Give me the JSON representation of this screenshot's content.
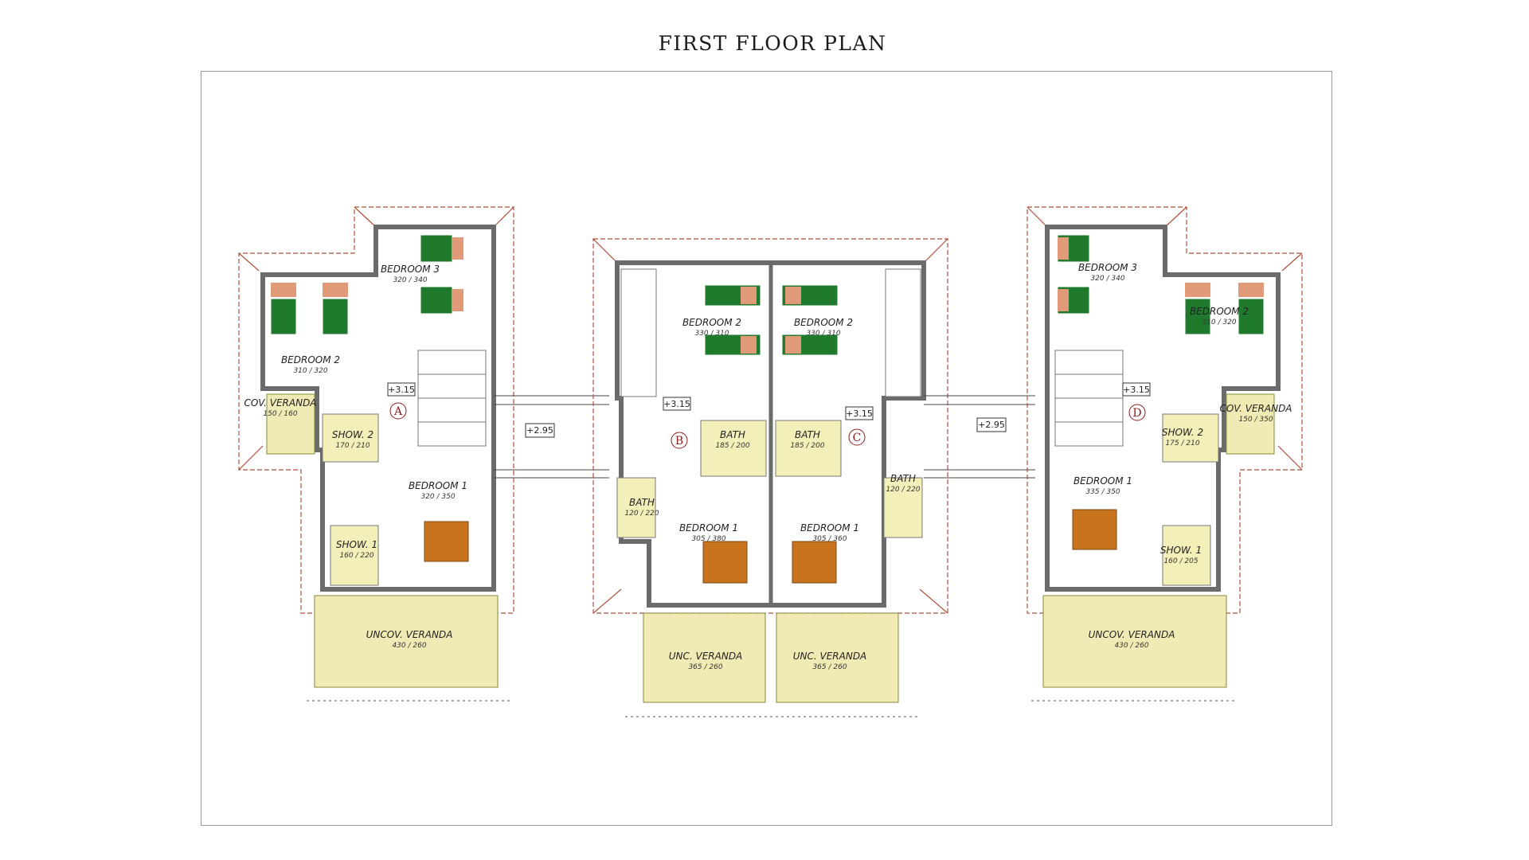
{
  "title": "FIRST FLOOR PLAN",
  "units": [
    {
      "id": "A",
      "rooms": [
        {
          "name": "BEDROOM 3",
          "dim": "320 / 340"
        },
        {
          "name": "BEDROOM 2",
          "dim": "310 / 320"
        },
        {
          "name": "COV. VERANDA",
          "dim": "150 / 160"
        },
        {
          "name": "SHOW. 2",
          "dim": "170 / 210"
        },
        {
          "name": "BEDROOM 1",
          "dim": "320 / 350"
        },
        {
          "name": "SHOW. 1",
          "dim": "160 / 220"
        },
        {
          "name": "UNCOV. VERANDA",
          "dim": "430 / 260"
        }
      ],
      "level": "+3.15"
    },
    {
      "id": "B",
      "rooms": [
        {
          "name": "BEDROOM 2",
          "dim": "330 / 310"
        },
        {
          "name": "BATH",
          "dim": "185 / 200"
        },
        {
          "name": "BATH",
          "dim": "120 / 220"
        },
        {
          "name": "BEDROOM 1",
          "dim": "305 / 380"
        },
        {
          "name": "UNC. VERANDA",
          "dim": "365 / 260"
        }
      ],
      "level": "+3.15"
    },
    {
      "id": "C",
      "rooms": [
        {
          "name": "BEDROOM 2",
          "dim": "330 / 310"
        },
        {
          "name": "BATH",
          "dim": "185 / 200"
        },
        {
          "name": "BATH",
          "dim": "120 / 220"
        },
        {
          "name": "BEDROOM 1",
          "dim": "305 / 360"
        },
        {
          "name": "UNC. VERANDA",
          "dim": "365 / 260"
        }
      ],
      "level": "+3.15"
    },
    {
      "id": "D",
      "rooms": [
        {
          "name": "BEDROOM 3",
          "dim": "320 / 340"
        },
        {
          "name": "BEDROOM 2",
          "dim": "310 / 320"
        },
        {
          "name": "COV. VERANDA",
          "dim": "150 / 350"
        },
        {
          "name": "SHOW. 2",
          "dim": "175 / 210"
        },
        {
          "name": "BEDROOM 1",
          "dim": "335 / 350"
        },
        {
          "name": "SHOW. 1",
          "dim": "160 / 205"
        },
        {
          "name": "UNCOV. VERANDA",
          "dim": "430 / 260"
        }
      ],
      "level": "+3.15"
    }
  ],
  "gap_levels": [
    "+2.95",
    "+2.95"
  ],
  "colors": {
    "wall": "#6b6b6b",
    "roof": "#b0503a",
    "veranda": "#f0ebb4",
    "bed": "#1f7a2e",
    "table": "#c8741e"
  }
}
